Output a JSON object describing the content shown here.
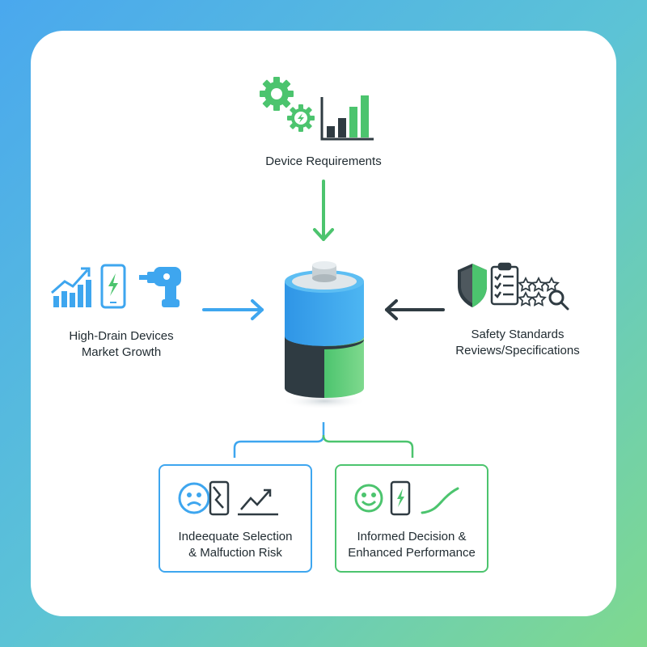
{
  "top": {
    "label": "Device Requirements"
  },
  "left": {
    "line1": "High-Drain Devices",
    "line2": "Market Growth"
  },
  "right": {
    "line1": "Safety Standards",
    "line2": "Reviews/Specifications"
  },
  "outcomes": {
    "bad": {
      "line1": "Indeequate Selection",
      "line2": "& Malfuction Risk"
    },
    "good": {
      "line1": "Informed Decision &",
      "line2": "Enhanced Performance"
    }
  },
  "colors": {
    "blue": "#3ea6ef",
    "green": "#4cc46e",
    "dark": "#2f3b42"
  },
  "icons": {
    "top": [
      "gears-icon",
      "bar-chart-icon"
    ],
    "left": [
      "growth-chart-icon",
      "smartphone-charging-icon",
      "power-drill-icon"
    ],
    "right": [
      "shield-icon",
      "checklist-clipboard-icon",
      "star-rating-icon",
      "magnifier-icon"
    ],
    "bad": [
      "sad-face-icon",
      "broken-phone-icon",
      "volatile-chart-icon"
    ],
    "good": [
      "happy-face-icon",
      "phone-charging-icon",
      "rising-curve-icon"
    ]
  }
}
